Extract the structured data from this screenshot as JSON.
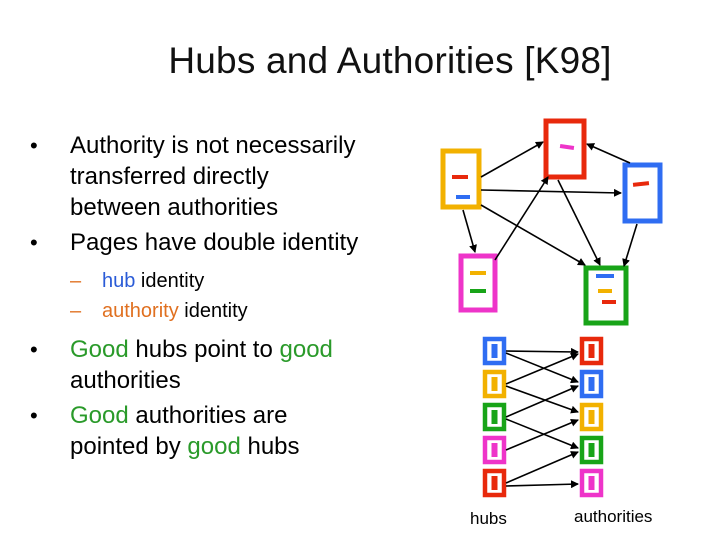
{
  "title": "Hubs and Authorities [K98]",
  "bullets": {
    "b1_line1": "Authority is not necessarily",
    "b1_line2": "transferred directly",
    "b1_line3": "between authorities",
    "b2": "Pages have double identity",
    "sub1_word": "hub",
    "sub1_rest": " identity",
    "sub2_word": "authority",
    "sub2_rest": " identity",
    "b3_good1": "Good",
    "b3_mid": " hubs point to ",
    "b3_good2": "good",
    "b3_line2": "authorities",
    "b4_good1": "Good",
    "b4_mid": " authorities are",
    "b4_line2_pre": "pointed by ",
    "b4_good2": "good",
    "b4_line2_post": " hubs"
  },
  "diagram": {
    "hubs_label": "hubs",
    "authorities_label": "authorities"
  },
  "colors": {
    "hub_text": "#2a5bd7",
    "authority_text": "#e07020",
    "good_text": "#2a9a2a",
    "page_orange": "#f2b100",
    "page_red": "#e8290c",
    "page_blue": "#2f6df2",
    "page_magenta": "#ee34c9",
    "page_green": "#18a418"
  }
}
